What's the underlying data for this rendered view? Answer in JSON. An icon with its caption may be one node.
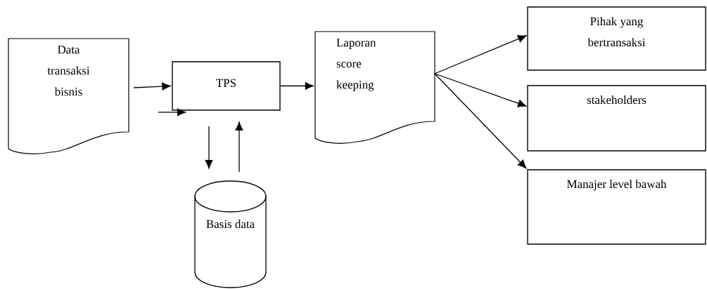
{
  "diagram": {
    "nodes": [
      {
        "text": [
          "Data transaksi bisnis"
        ]
      },
      {
        "text": [
          "TPS"
        ]
      },
      {
        "text": [
          "Laporan score keeping"
        ]
      },
      {
        "text": [
          "Pihak yang bertransaksi"
        ]
      },
      {
        "text": [
          "stakeholders"
        ]
      },
      {
        "text": [
          "Manajer level bawah"
        ]
      },
      {
        "text": [
          "Basis data"
        ]
      }
    ],
    "edges": [
      {
        "from": 0,
        "to": 1,
        "arrow": "to"
      },
      {
        "from": null,
        "to": 1,
        "arrow": "to"
      },
      {
        "from": 1,
        "to": 6,
        "arrow": "to"
      },
      {
        "from": 6,
        "to": 1,
        "arrow": "to"
      },
      {
        "from": 1,
        "to": 2,
        "arrow": "to"
      },
      {
        "from": 2,
        "to": 3,
        "arrow": "to"
      },
      {
        "from": 2,
        "to": 4,
        "arrow": "to"
      },
      {
        "from": 2,
        "to": 5,
        "arrow": "to"
      }
    ]
  }
}
